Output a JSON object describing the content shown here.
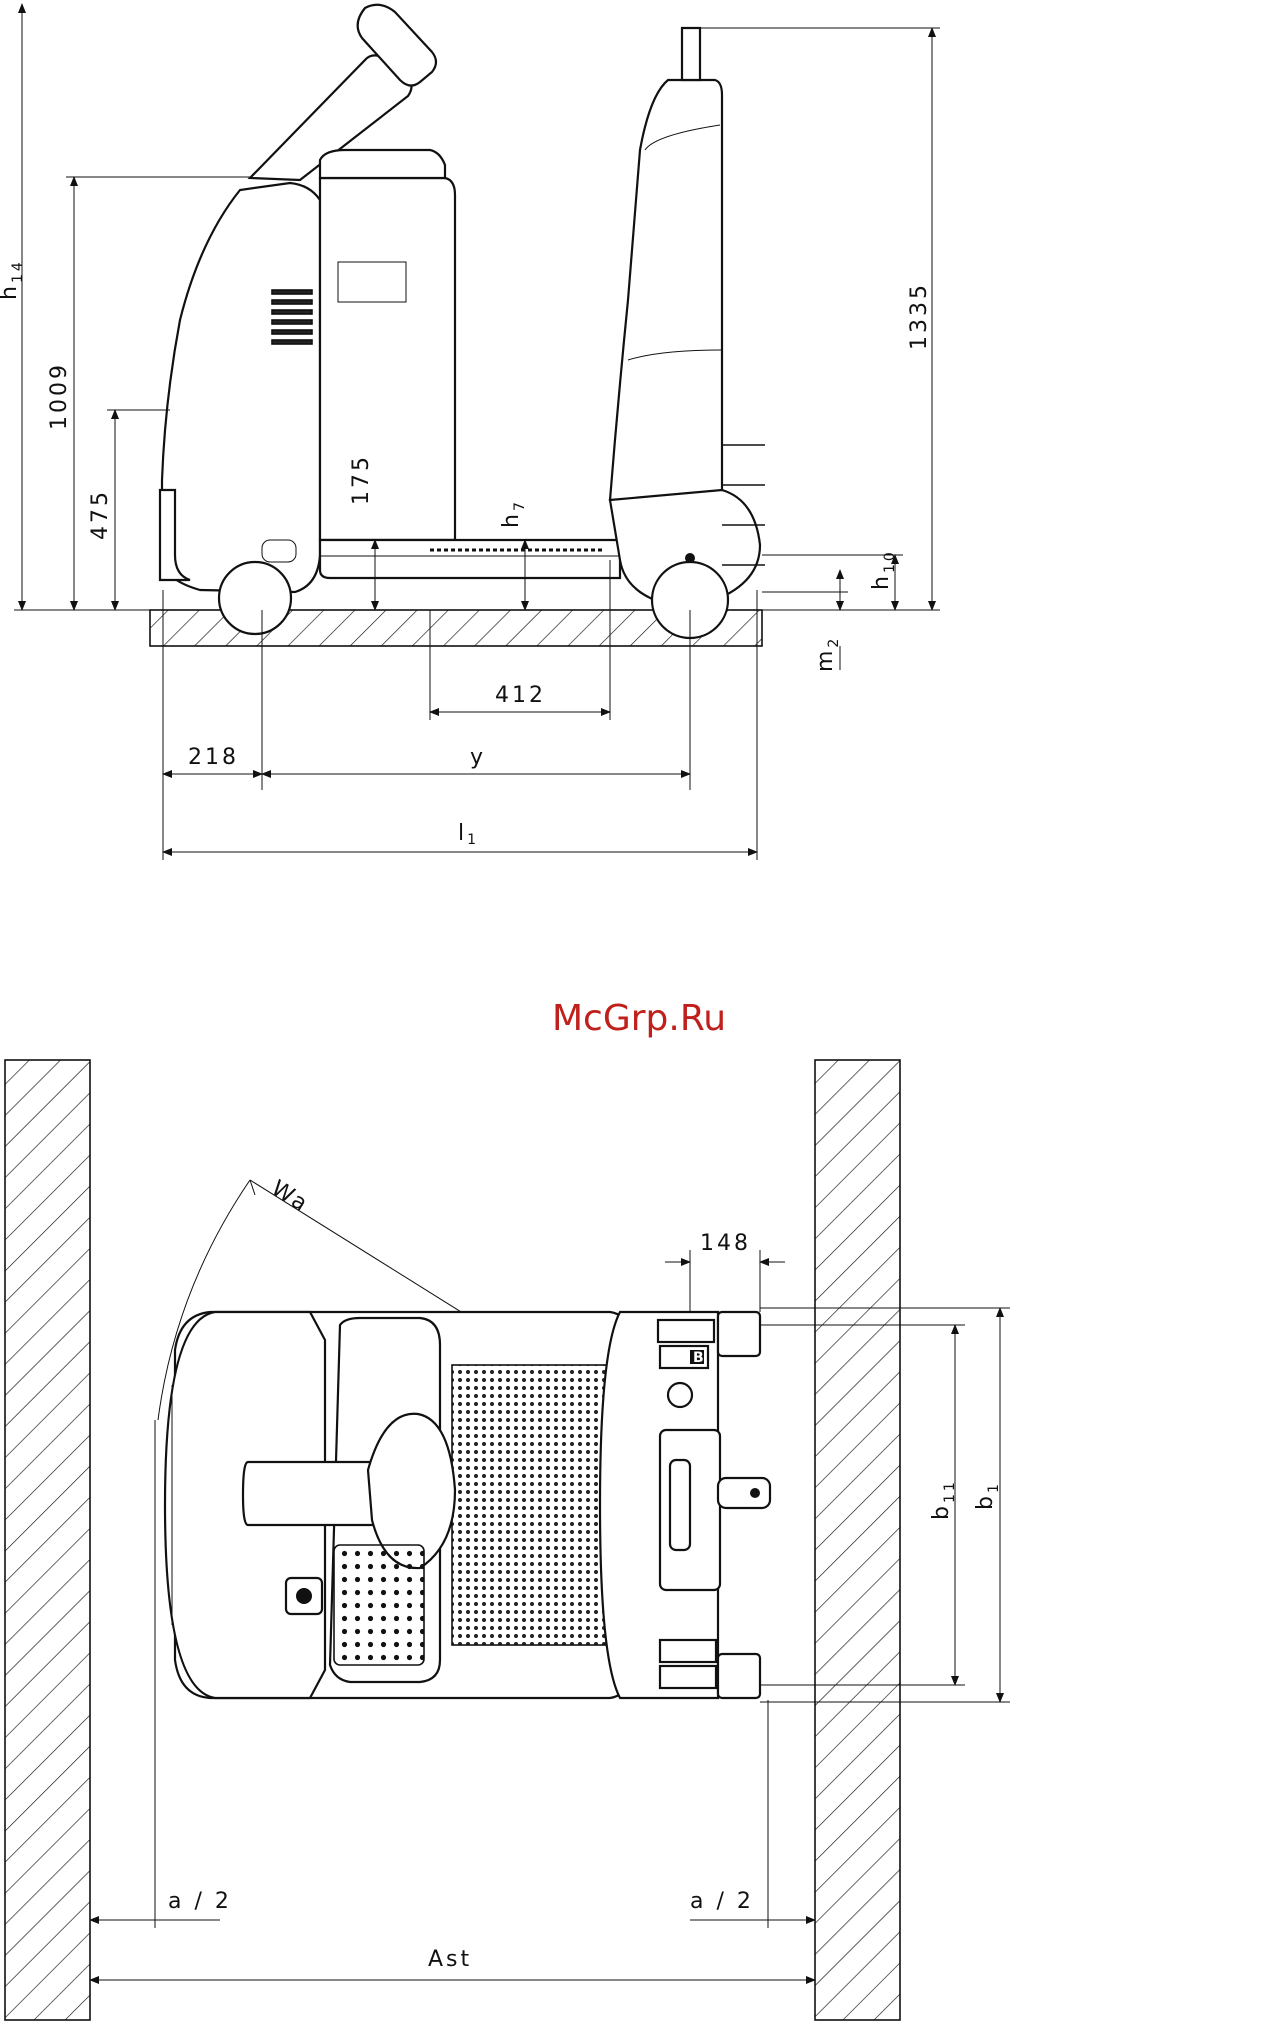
{
  "watermark": "McGrp.Ru",
  "side_view": {
    "dims": {
      "h14": "h",
      "h14_sub": "14",
      "d1009": "1009",
      "d475": "475",
      "d175": "175",
      "h7": "h",
      "h7_sub": "7",
      "d1335": "1335",
      "h10": "h",
      "h10_sub": "10",
      "m2": "m",
      "m2_sub": "2",
      "d412": "412",
      "d218": "218",
      "y": "y",
      "l1": "l",
      "l1_sub": "1"
    }
  },
  "top_view": {
    "dims": {
      "wa": "Wa",
      "d148": "148",
      "b11": "b",
      "b11_sub": "11",
      "b1": "b",
      "b1_sub": "1",
      "a2_left": "a / 2",
      "a2_right": "a / 2",
      "ast": "Ast"
    },
    "badge": "B"
  }
}
